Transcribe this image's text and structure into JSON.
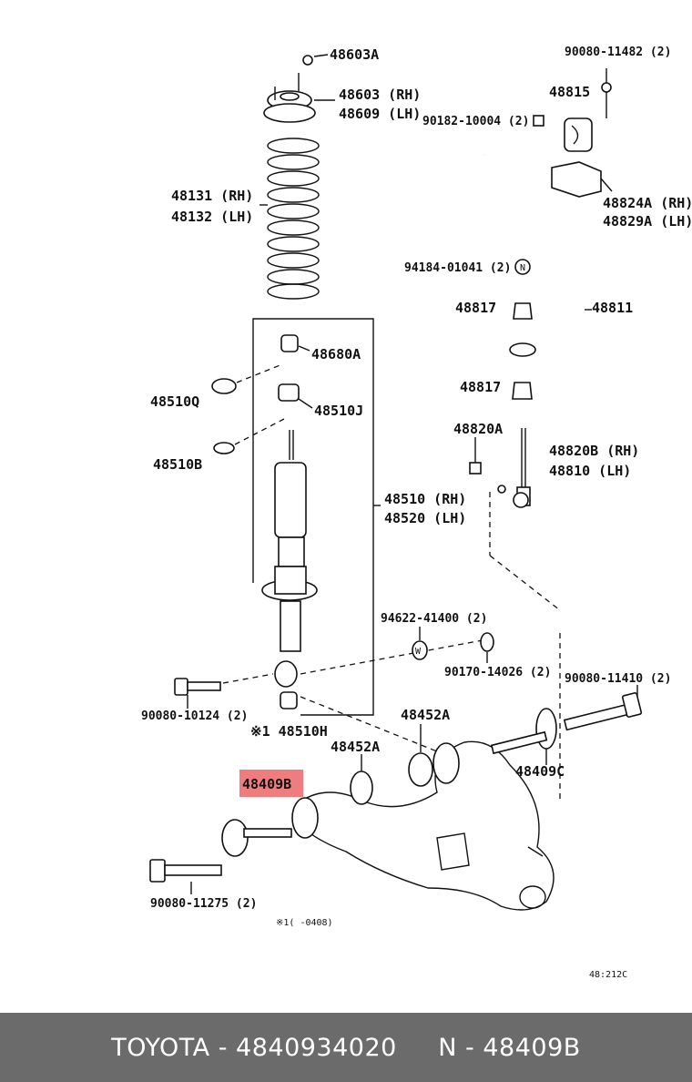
{
  "labels": {
    "l48603A": "48603A",
    "l48603": "48603 (RH)",
    "l48609": "48609 (LH)",
    "l48131": "48131 (RH)",
    "l48132": "48132 (LH)",
    "l48680A": "48680A",
    "l48510Q": "48510Q",
    "l48510J": "48510J",
    "l48510B": "48510B",
    "l48510": "48510 (RH)",
    "l48520": "48520 (LH)",
    "l90080_10124": "90080-10124 (2)",
    "l48510H": "※1 48510H",
    "l48452A_a": "48452A",
    "l48452A_b": "48452A",
    "l48409B": "48409B",
    "l90080_11275": "90080-11275 (2)",
    "note": "※1(    -0408)",
    "l94622": "94622-41400 (2)",
    "l90170": "90170-14026 (2)",
    "l90080_11410": "90080-11410 (2)",
    "l48409C": "48409C",
    "l90080_11482": "90080-11482 (2)",
    "l48815": "48815",
    "l90182": "90182-10004 (2)",
    "l48824A": "48824A (RH)",
    "l48829A": "48829A (LH)",
    "l94184": "94184-01041 (2)",
    "l94184_n": "N",
    "l48817_a": "48817",
    "l48811": "48811",
    "l48817_b": "48817",
    "l48820A": "48820A",
    "l48820B": "48820B (RH)",
    "l48810": "48810 (LH)",
    "w_mark": "W",
    "drawing_id": "48:212C"
  },
  "highlight": {
    "part": "48409B",
    "color": "#ef7d7d"
  },
  "footer": {
    "brand": "TOYOTA",
    "sep1": " - ",
    "part_number": "4840934020",
    "gap": "     ",
    "ref": "N",
    "sep2": " - ",
    "ref_code": "48409B"
  }
}
